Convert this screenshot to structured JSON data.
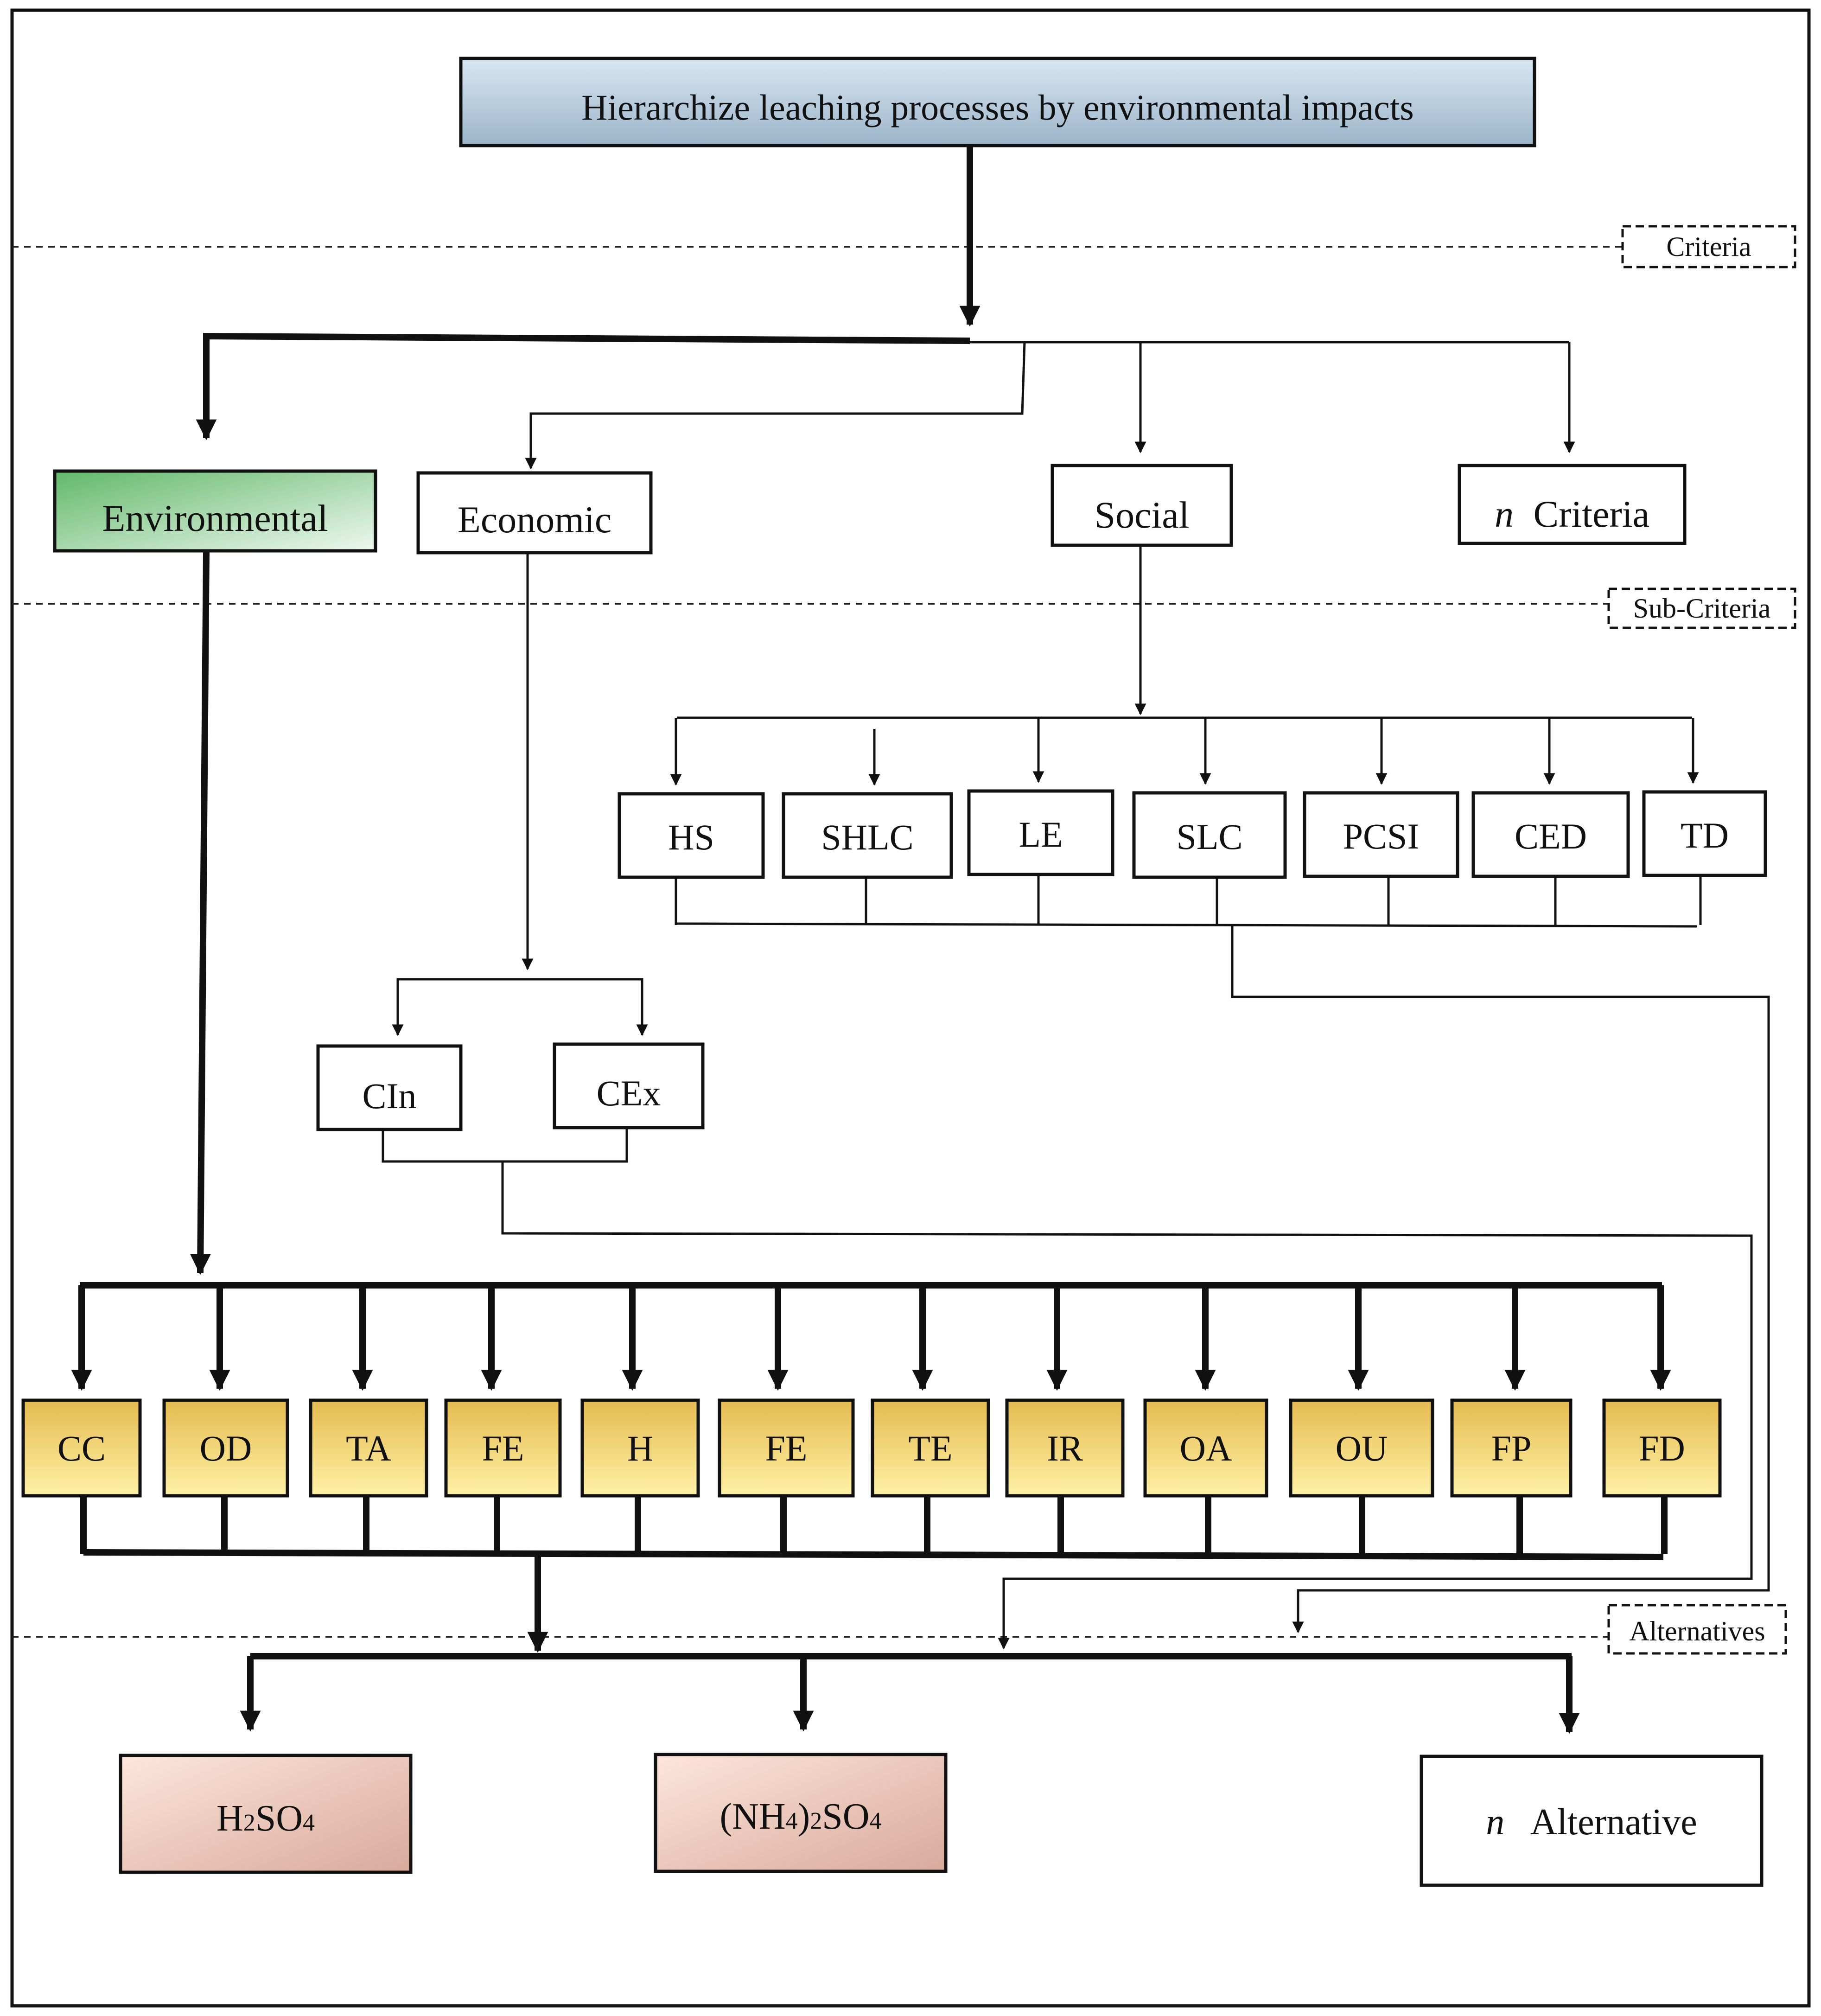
{
  "goal": "Hierarchize leaching processes by environmental impacts",
  "levels": {
    "criteria": "Criteria",
    "sub_criteria": "Sub-Criteria",
    "alternatives": "Alternatives"
  },
  "criteria": {
    "environmental": "Environmental",
    "economic": "Economic",
    "social": "Social",
    "n_prefix": "n",
    "n_label": "Criteria"
  },
  "social_sub": [
    "HS",
    "SHLC",
    "LE",
    "SLC",
    "PCSI",
    "CED",
    "TD"
  ],
  "economic_sub": [
    "CIn",
    "CEx"
  ],
  "environmental_sub": [
    "CC",
    "OD",
    "TA",
    "FE",
    "H",
    "FE",
    "TE",
    "IR",
    "OA",
    "OU",
    "FP",
    "FD"
  ],
  "alternatives": {
    "a1": {
      "p1": "H",
      "s1": "2",
      "p2": "SO",
      "s2": "4"
    },
    "a2": {
      "p1": "(NH",
      "s1": "4",
      "p2": ")",
      "s2": "2",
      "p3": "SO",
      "s3": "4"
    },
    "n_prefix": "n",
    "n_label": "Alternative"
  },
  "colors": {
    "goal_fill": [
      "#d6e6f2",
      "#9fb7cb"
    ],
    "environmental_fill": [
      "#6dbf73",
      "#ecf7ee"
    ],
    "env_sub_fill": [
      "#e6bf55",
      "#fff0a8"
    ],
    "alt_fill": [
      "#fbe3d8",
      "#ddb0a3"
    ]
  }
}
